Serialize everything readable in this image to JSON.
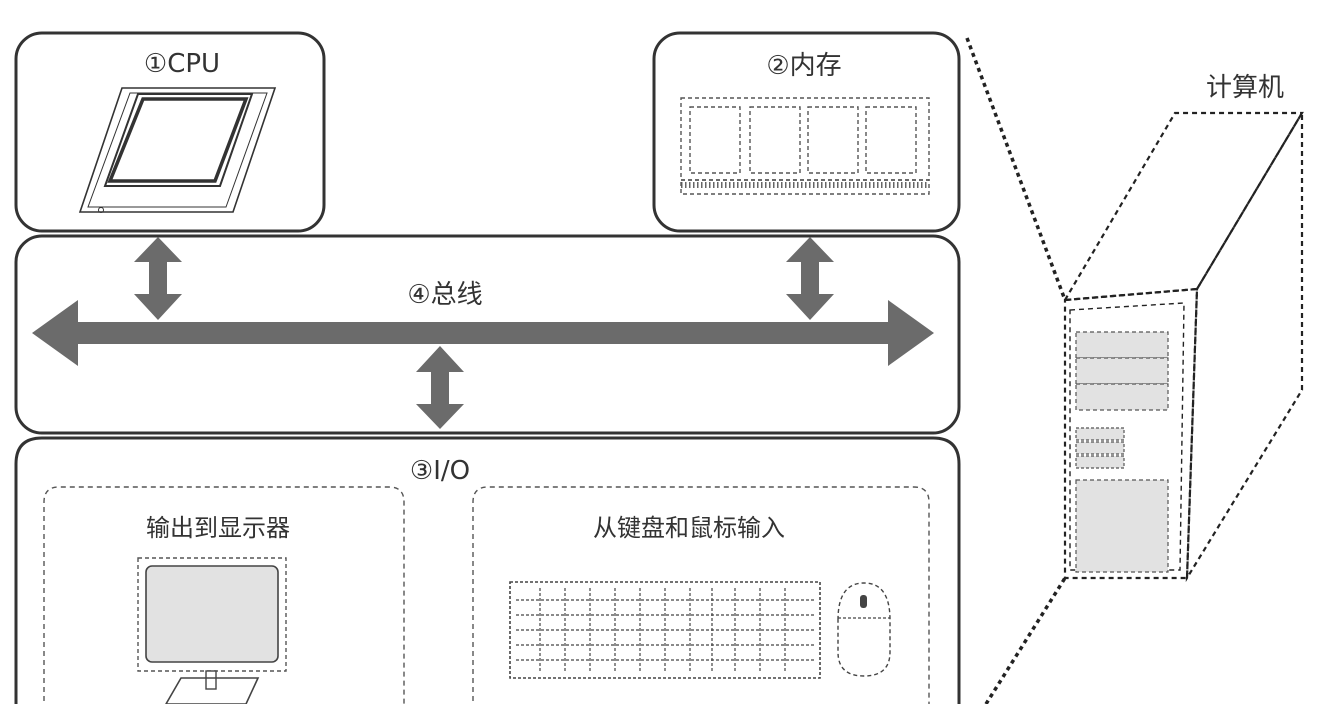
{
  "panels": {
    "cpu": {
      "label": "①CPU"
    },
    "memory": {
      "label": "②内存"
    },
    "bus": {
      "label": "④总线"
    },
    "io": {
      "label": "③I/O",
      "output": {
        "label": "输出到显示器"
      },
      "input": {
        "label": "从键盘和鼠标输入"
      }
    }
  },
  "computer": {
    "label": "计算机"
  },
  "colors": {
    "outline": "#333333",
    "arrow": "#6b6b6b",
    "fill": "#e2e2e2"
  }
}
